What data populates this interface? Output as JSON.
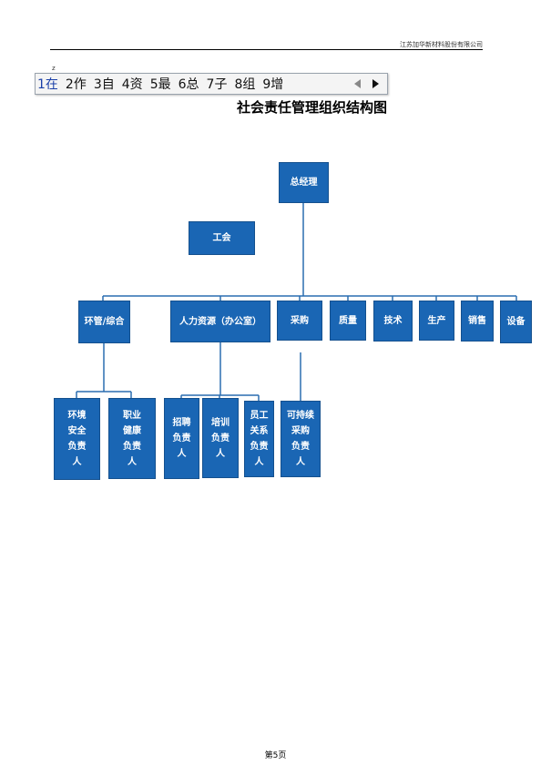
{
  "header": {
    "company": "江苏加华新材料股份有限公司"
  },
  "ime": {
    "pinyin": "z",
    "candidates": [
      "1在",
      "2作",
      "3自",
      "4资",
      "5最",
      "6总",
      "7子",
      "8组",
      "9增"
    ]
  },
  "title": "社会责任管理组织结构图",
  "org": {
    "gm": "总经理",
    "union": "工会",
    "depts": {
      "env": "环管/综合",
      "hr": "人力资源（办公室）",
      "purchase": "采购",
      "quality": "质量",
      "tech": "技术",
      "production": "生产",
      "sales": "销售",
      "equipment": "设备"
    },
    "subs": {
      "env_safety": "环境\n安全\n负责\n人",
      "occ_health": "职业\n健康\n负责\n人",
      "recruit": "招聘\n负责\n人",
      "training": "培训\n负责\n人",
      "employee_rel": "员工\n关系\n负责\n人",
      "sustain_purchase": "可持续\n采购\n负责\n人"
    }
  },
  "footer": {
    "page": "第5页"
  }
}
